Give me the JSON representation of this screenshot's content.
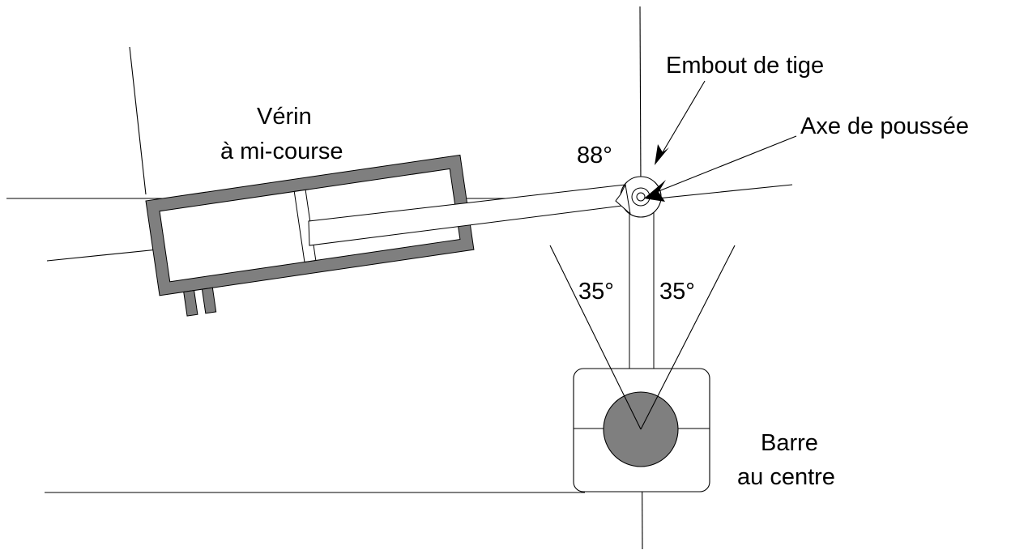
{
  "labels": {
    "cylinder_line1": "Vérin",
    "cylinder_line2": "à mi-course",
    "rod_end": "Embout de tige",
    "push_axis": "Axe de poussée",
    "angle_rod": "88°",
    "angle_left": "35°",
    "angle_right": "35°",
    "bar_line1": "Barre",
    "bar_line2": "au centre"
  },
  "colors": {
    "line": "#000000",
    "fill_grey": "#7f7f7f",
    "background": "#ffffff"
  }
}
